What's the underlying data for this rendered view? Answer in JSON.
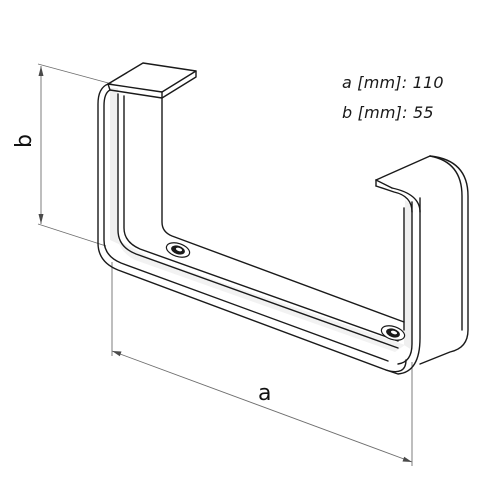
{
  "dimensions": {
    "a_letter": "a",
    "b_letter": "b"
  },
  "specs": [
    {
      "label": "a [mm]: 110"
    },
    {
      "label": "b [mm]: 55"
    }
  ],
  "colors": {
    "line": "#1a1a1a",
    "dimension_line": "#6e6e6e",
    "shade": "#e6e6e6",
    "background": "#ffffff"
  }
}
